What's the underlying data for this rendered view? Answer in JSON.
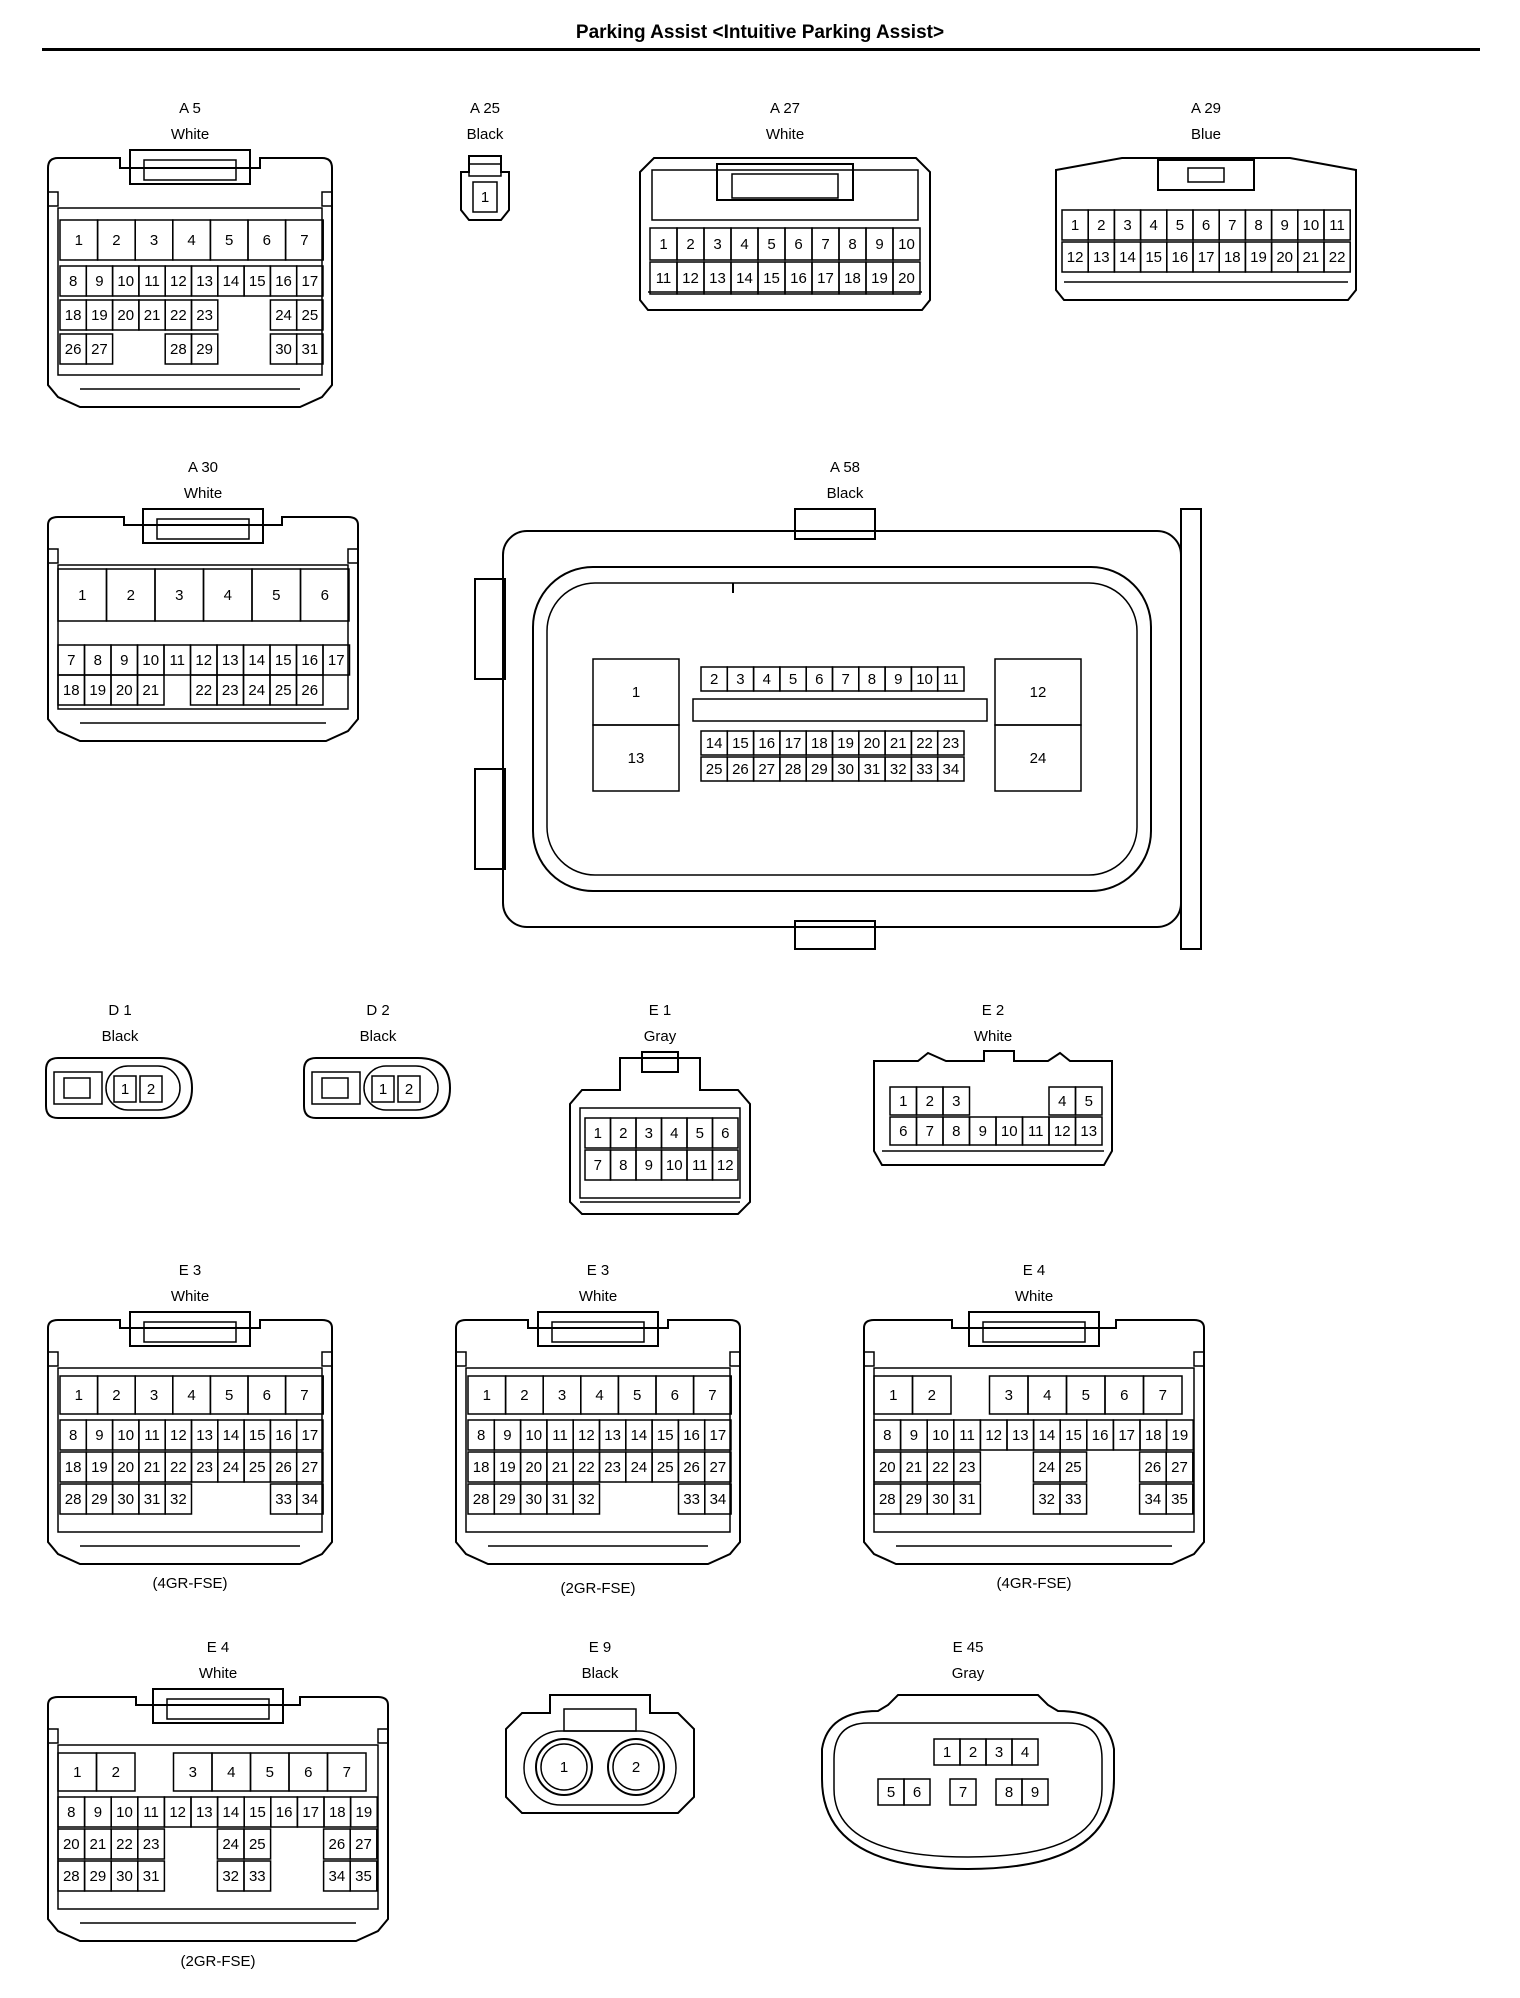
{
  "page": {
    "title": "Parking Assist <Intuitive Parking Assist>"
  },
  "connectors": [
    {
      "id": "A 5",
      "color": "White",
      "rows": [
        [
          "1",
          "2",
          "3",
          "4",
          "5",
          "6",
          "7"
        ],
        [
          "8",
          "9",
          "10",
          "11",
          "12",
          "13",
          "14",
          "15",
          "16",
          "17"
        ],
        [
          "18",
          "19",
          "20",
          "21",
          "22",
          "23",
          "",
          "24",
          "25"
        ],
        [
          "26",
          "27",
          "",
          "28",
          "29",
          "",
          "30",
          "31"
        ]
      ]
    },
    {
      "id": "A 25",
      "color": "Black",
      "rows": [
        [
          "1"
        ]
      ]
    },
    {
      "id": "A 27",
      "color": "White",
      "rows": [
        [
          "1",
          "2",
          "3",
          "4",
          "5",
          "6",
          "7",
          "8",
          "9",
          "10"
        ],
        [
          "11",
          "12",
          "13",
          "14",
          "15",
          "16",
          "17",
          "18",
          "19",
          "20"
        ]
      ]
    },
    {
      "id": "A 29",
      "color": "Blue",
      "rows": [
        [
          "1",
          "2",
          "3",
          "4",
          "5",
          "6",
          "7",
          "8",
          "9",
          "10",
          "11"
        ],
        [
          "12",
          "13",
          "14",
          "15",
          "16",
          "17",
          "18",
          "19",
          "20",
          "21",
          "22"
        ]
      ]
    },
    {
      "id": "A 30",
      "color": "White",
      "rows": [
        [
          "1",
          "2",
          "3",
          "4",
          "5",
          "6"
        ],
        [
          "7",
          "8",
          "9",
          "10",
          "11",
          "12",
          "13",
          "14",
          "15",
          "16",
          "17"
        ],
        [
          "18",
          "19",
          "20",
          "21",
          "",
          "22",
          "23",
          "24",
          "25",
          "26"
        ]
      ]
    },
    {
      "id": "A 58",
      "color": "Black",
      "rows": [
        [
          "1",
          "12",
          "13",
          "24"
        ],
        [
          "2",
          "3",
          "4",
          "5",
          "6",
          "7",
          "8",
          "9",
          "10",
          "11"
        ],
        [
          "14",
          "15",
          "16",
          "17",
          "18",
          "19",
          "20",
          "21",
          "22",
          "23"
        ],
        [
          "25",
          "26",
          "27",
          "28",
          "29",
          "30",
          "31",
          "32",
          "33",
          "34"
        ]
      ]
    },
    {
      "id": "D 1",
      "color": "Black",
      "rows": [
        [
          "1",
          "2"
        ]
      ]
    },
    {
      "id": "D 2",
      "color": "Black",
      "rows": [
        [
          "1",
          "2"
        ]
      ]
    },
    {
      "id": "E 1",
      "color": "Gray",
      "rows": [
        [
          "1",
          "2",
          "3",
          "4",
          "5",
          "6"
        ],
        [
          "7",
          "8",
          "9",
          "10",
          "11",
          "12"
        ]
      ]
    },
    {
      "id": "E 2",
      "color": "White",
      "rows": [
        [
          "1",
          "2",
          "3",
          "",
          "4",
          "5"
        ],
        [
          "6",
          "7",
          "8",
          "9",
          "10",
          "11",
          "12",
          "13"
        ]
      ]
    },
    {
      "id": "E 3",
      "color": "White",
      "note": "(4GR-FSE)",
      "rows": [
        [
          "1",
          "2",
          "3",
          "4",
          "5",
          "6",
          "7"
        ],
        [
          "8",
          "9",
          "10",
          "11",
          "12",
          "13",
          "14",
          "15",
          "16",
          "17"
        ],
        [
          "18",
          "19",
          "20",
          "21",
          "22",
          "23",
          "24",
          "25",
          "26",
          "27"
        ],
        [
          "28",
          "29",
          "30",
          "31",
          "32",
          "",
          "33",
          "34"
        ]
      ]
    },
    {
      "id": "E 3",
      "color": "White",
      "note": "(2GR-FSE)",
      "rows": [
        [
          "1",
          "2",
          "3",
          "4",
          "5",
          "6",
          "7"
        ],
        [
          "8",
          "9",
          "10",
          "11",
          "12",
          "13",
          "14",
          "15",
          "16",
          "17"
        ],
        [
          "18",
          "19",
          "20",
          "21",
          "22",
          "23",
          "24",
          "25",
          "26",
          "27"
        ],
        [
          "28",
          "29",
          "30",
          "31",
          "32",
          "",
          "33",
          "34"
        ]
      ]
    },
    {
      "id": "E 4",
      "color": "White",
      "note": "(4GR-FSE)",
      "rows": [
        [
          "1",
          "2",
          "",
          "3",
          "4",
          "5",
          "6",
          "7"
        ],
        [
          "8",
          "9",
          "10",
          "11",
          "12",
          "13",
          "14",
          "15",
          "16",
          "17",
          "18",
          "19"
        ],
        [
          "20",
          "21",
          "22",
          "23",
          "",
          "24",
          "25",
          "",
          "26",
          "27"
        ],
        [
          "28",
          "29",
          "30",
          "31",
          "",
          "32",
          "33",
          "",
          "34",
          "35"
        ]
      ]
    },
    {
      "id": "E 4",
      "color": "White",
      "note": "(2GR-FSE)",
      "rows": [
        [
          "1",
          "2",
          "",
          "3",
          "4",
          "5",
          "6",
          "7"
        ],
        [
          "8",
          "9",
          "10",
          "11",
          "12",
          "13",
          "14",
          "15",
          "16",
          "17",
          "18",
          "19"
        ],
        [
          "20",
          "21",
          "22",
          "23",
          "",
          "24",
          "25",
          "",
          "26",
          "27"
        ],
        [
          "28",
          "29",
          "30",
          "31",
          "",
          "32",
          "33",
          "",
          "34",
          "35"
        ]
      ]
    },
    {
      "id": "E 9",
      "color": "Black",
      "rows": [
        [
          "1",
          "2"
        ]
      ]
    },
    {
      "id": "E 45",
      "color": "Gray",
      "rows": [
        [
          "1",
          "2",
          "3",
          "4"
        ],
        [
          "5",
          "6",
          "7",
          "8",
          "9"
        ]
      ]
    }
  ]
}
